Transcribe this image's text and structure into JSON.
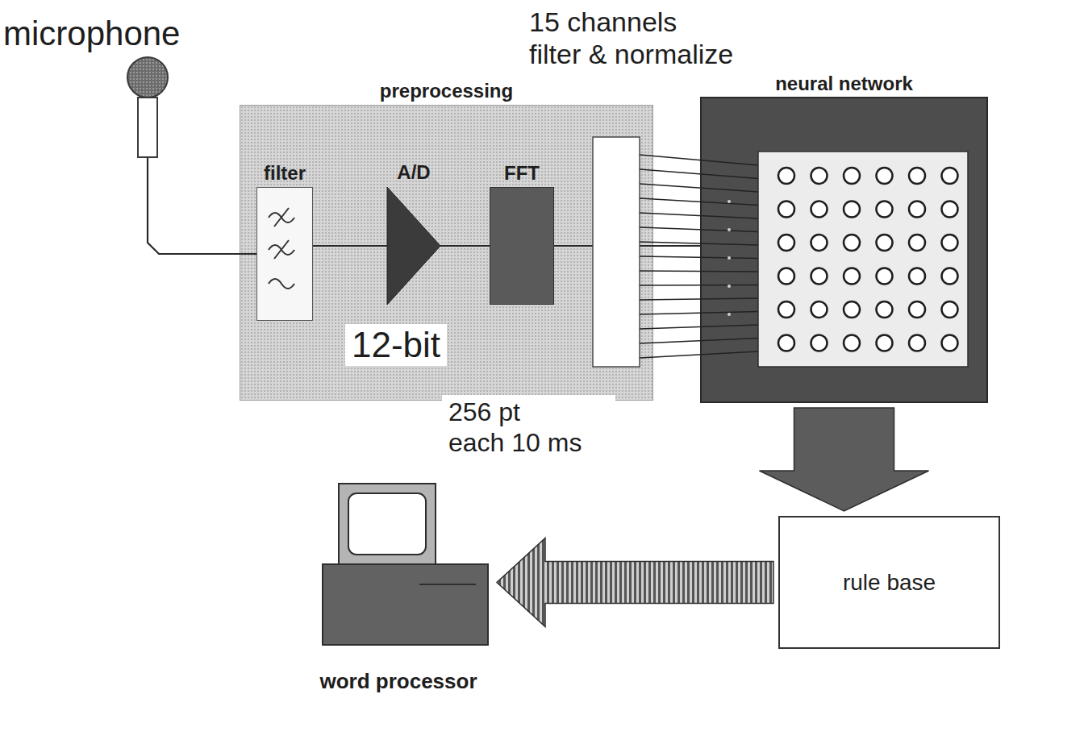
{
  "diagram": {
    "nodes": [
      {
        "text": [
          "microphone"
        ]
      },
      {
        "text": [
          "preprocessing"
        ]
      },
      {
        "text": [
          "filter"
        ],
        "in": 1
      },
      {
        "text": [
          "A/D"
        ],
        "in": 1
      },
      {
        "text": [
          "FFT"
        ],
        "in": 1
      },
      {
        "text": [
          "neural network"
        ]
      },
      {
        "text": [
          "rule base"
        ]
      },
      {
        "text": [
          "word processor"
        ]
      }
    ],
    "edges": [
      {
        "from": 0,
        "to": 2,
        "arrow": "none"
      },
      {
        "from": 2,
        "to": 3,
        "arrow": "none"
      },
      {
        "from": 3,
        "to": 4,
        "arrow": "none"
      },
      {
        "from": 4,
        "to": 5,
        "arrow": "none"
      },
      {
        "from": 5,
        "to": 6,
        "arrow": "to"
      },
      {
        "from": 6,
        "to": 7,
        "arrow": "to"
      }
    ],
    "labels": [
      "15 channels filter & normalize",
      "12-bit",
      "256 pt each 10 ms"
    ]
  }
}
